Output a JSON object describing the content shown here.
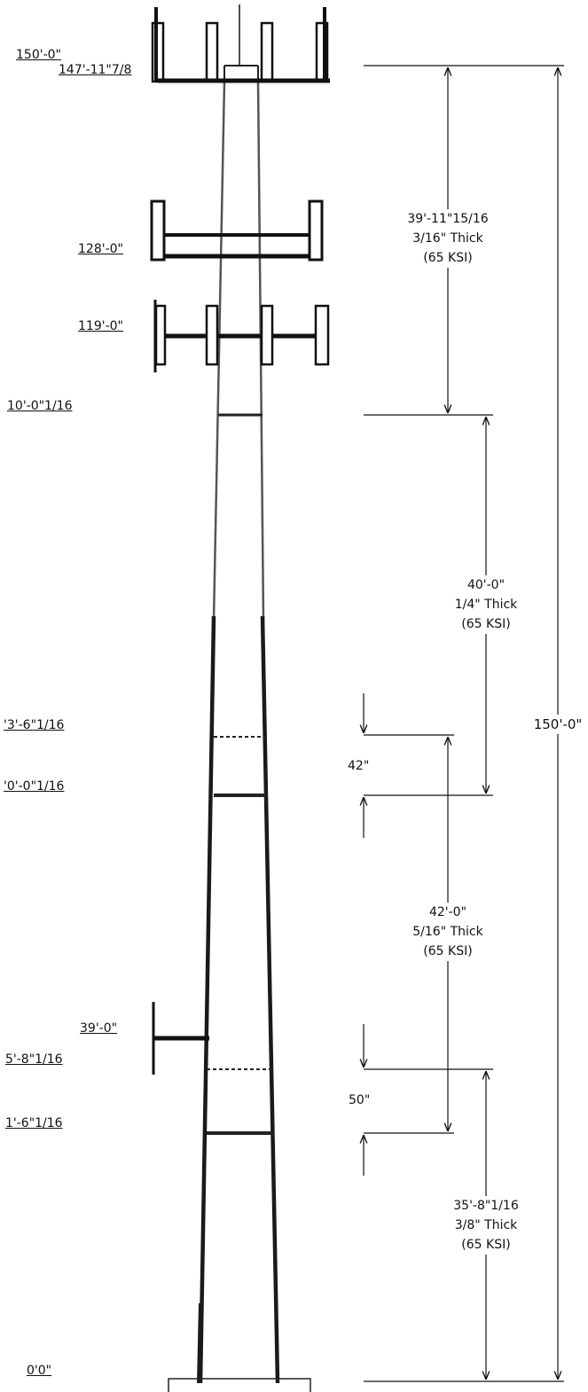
{
  "elevations": {
    "e150": "150'-0\"",
    "e147": "147'-11\"7/8",
    "e128": "128'-0\"",
    "e119": "119'-0\"",
    "e110": "10'-0\"1/16",
    "e73": "'3'-6\"1/16",
    "e70": "'0'-0\"1/16",
    "e39": "39'-0\"",
    "e35": "5'-8\"1/16",
    "e31": "1'-6\"1/16",
    "e0": "0'0\""
  },
  "sections": [
    {
      "length": "39'-11\"15/16",
      "thickness": "3/16\" Thick",
      "grade": "(65 KSI)"
    },
    {
      "length": "40'-0\"",
      "thickness": "1/4\" Thick",
      "grade": "(65 KSI)"
    },
    {
      "length": "42'-0\"",
      "thickness": "5/16\" Thick",
      "grade": "(65 KSI)"
    },
    {
      "length": "35'-8\"1/16",
      "thickness": "3/8\" Thick",
      "grade": "(65 KSI)"
    }
  ],
  "splices": {
    "upper": "42\"",
    "lower": "50\""
  },
  "overall": {
    "height": "150'-0\""
  }
}
